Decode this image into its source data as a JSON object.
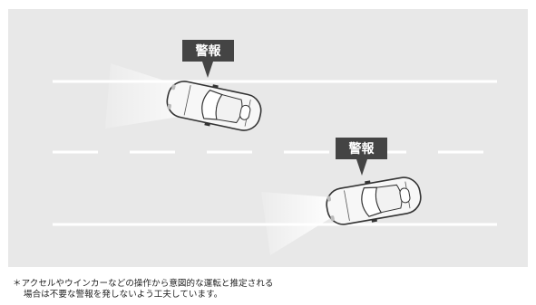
{
  "diagram": {
    "road_color": "#e8e8e8",
    "lane_line_color": "#ffffff",
    "warning_box_color": "#444444",
    "warnings": [
      {
        "label": "警報",
        "car": "car-1"
      },
      {
        "label": "警報",
        "car": "car-2"
      }
    ]
  },
  "caption": {
    "line1": "＊アクセルやウインカーなどの操作から意図的な運転と推定される",
    "line2": "場合は不要な警報を発しないよう工夫しています。"
  }
}
